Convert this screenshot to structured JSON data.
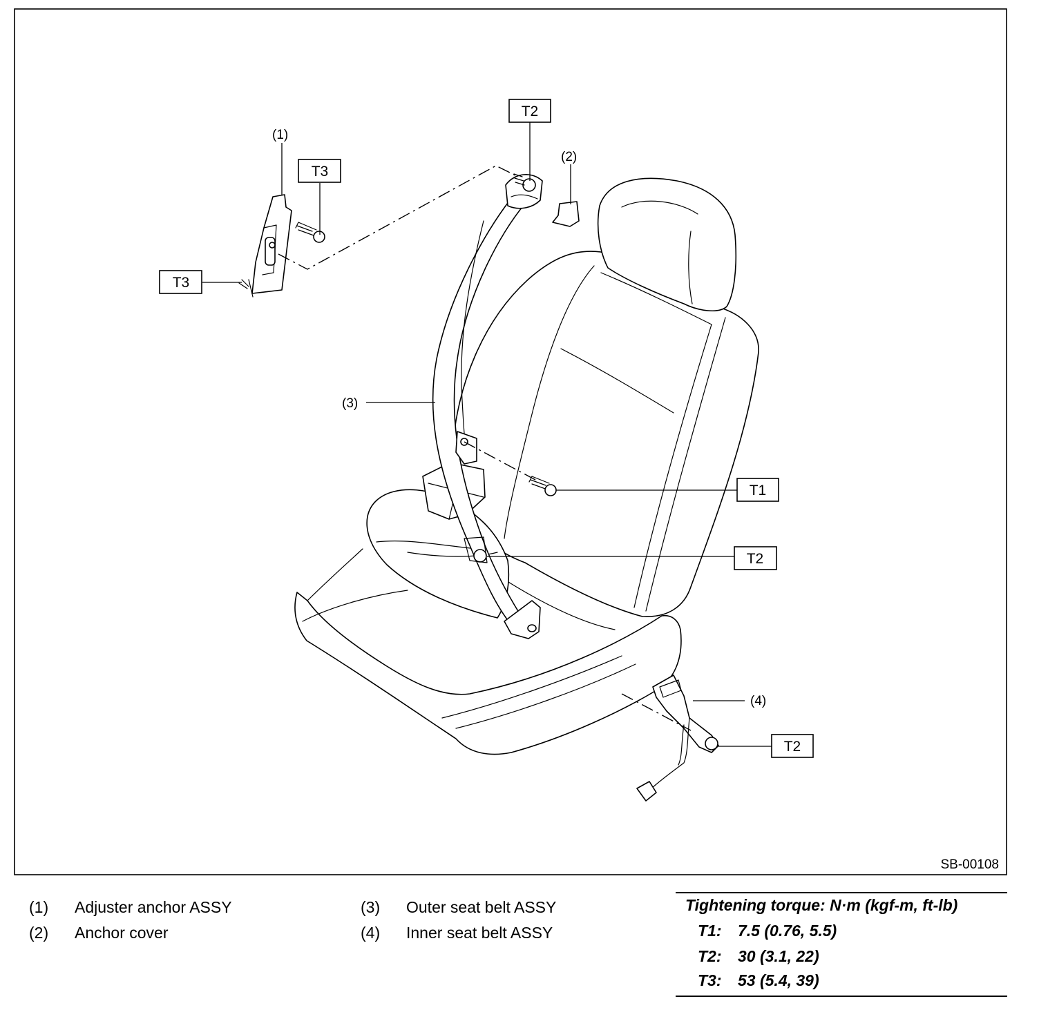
{
  "figure_id": "SB-00108",
  "callouts": {
    "c1": "(1)",
    "c2": "(2)",
    "c3": "(3)",
    "c4": "(4)"
  },
  "torque_tags": {
    "t3_upper": "T3",
    "t3_lower": "T3",
    "t2_top": "T2",
    "t1": "T1",
    "t2_mid": "T2",
    "t2_bottom": "T2"
  },
  "legend": [
    {
      "num": "(1)",
      "text": "Adjuster anchor ASSY"
    },
    {
      "num": "(2)",
      "text": "Anchor cover"
    },
    {
      "num": "(3)",
      "text": "Outer seat belt ASSY"
    },
    {
      "num": "(4)",
      "text": "Inner seat belt ASSY"
    }
  ],
  "torque": {
    "heading": "Tightening torque: N·m (kgf-m, ft-lb)",
    "rows": [
      {
        "key": "T1:",
        "value": "7.5 (0.76, 5.5)"
      },
      {
        "key": "T2:",
        "value": "30 (3.1, 22)"
      },
      {
        "key": "T3:",
        "value": "53 (5.4, 39)"
      }
    ]
  }
}
